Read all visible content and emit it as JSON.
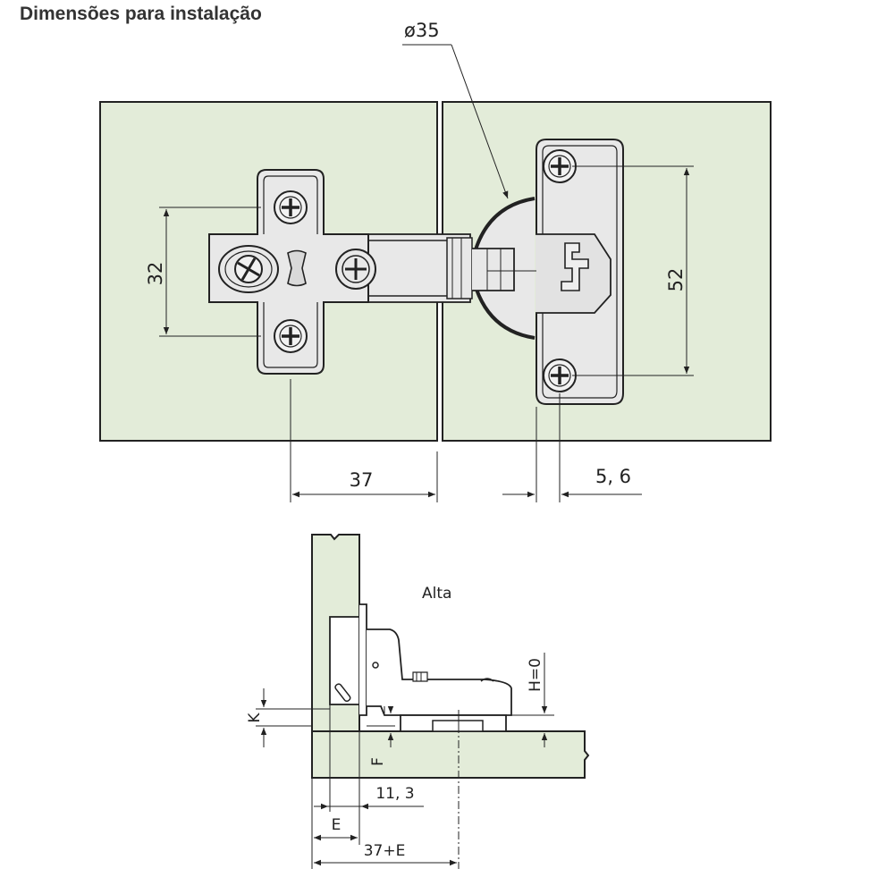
{
  "title": "Dimensões para instalação",
  "top_view": {
    "dim_hole_diameter": "ø35",
    "dim_plate_screws": "32",
    "dim_cup_screws": "52",
    "dim_distance_edge": "37",
    "dim_cup_edge": "5, 6"
  },
  "side_view": {
    "label_type": "Alta",
    "dim_h": "H=0",
    "dim_k": "K",
    "dim_f": "F",
    "dim_offset": "11, 3",
    "dim_e": "E",
    "dim_total": "37+E"
  },
  "colors": {
    "panel_fill": "#e3ecd9",
    "hinge_fill": "#e8e8e8",
    "line": "#222222"
  }
}
